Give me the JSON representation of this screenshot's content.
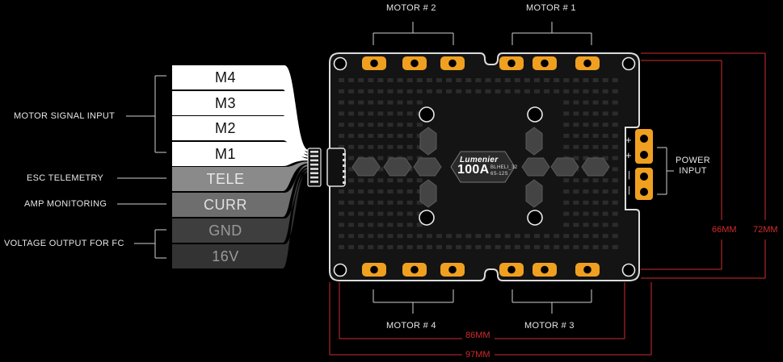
{
  "colors": {
    "accent": "#f0a020",
    "dimension": "#d12b2b",
    "board": "#141414",
    "pad": "#2c2c2c"
  },
  "motors": {
    "m1": "MOTOR # 1",
    "m2": "MOTOR # 2",
    "m3": "MOTOR # 3",
    "m4": "MOTOR # 4"
  },
  "pins": [
    {
      "label": "M4",
      "bg": "#ffffff",
      "fg": "#111111"
    },
    {
      "label": "M3",
      "bg": "#ffffff",
      "fg": "#111111"
    },
    {
      "label": "M2",
      "bg": "#ffffff",
      "fg": "#111111"
    },
    {
      "label": "M1",
      "bg": "#ffffff",
      "fg": "#111111"
    },
    {
      "label": "TELE",
      "bg": "#8a8a8a",
      "fg": "#e8e8e8"
    },
    {
      "label": "CURR",
      "bg": "#6e6e6e",
      "fg": "#e0e0e0"
    },
    {
      "label": "GND",
      "bg": "#3e3e3e",
      "fg": "#9a9a9a"
    },
    {
      "label": "16V",
      "bg": "#333333",
      "fg": "#9a9a9a"
    }
  ],
  "left_labels": {
    "motor_signal": "MOTOR SIGNAL INPUT",
    "telemetry": "ESC TELEMETRY",
    "amp": "AMP MONITORING",
    "voltage": "VOLTAGE OUTPUT FOR FC"
  },
  "power": {
    "line1": "POWER",
    "line2": "INPUT",
    "plus": "+",
    "minus": "|"
  },
  "chip": {
    "brand": "Lumenier",
    "rating": "100A",
    "fw": "BLHELI_32",
    "cells": "6S-12S"
  },
  "dimensions": {
    "inner_width": "86MM",
    "outer_width": "97MM",
    "inner_height": "66MM",
    "outer_height": "72MM"
  }
}
